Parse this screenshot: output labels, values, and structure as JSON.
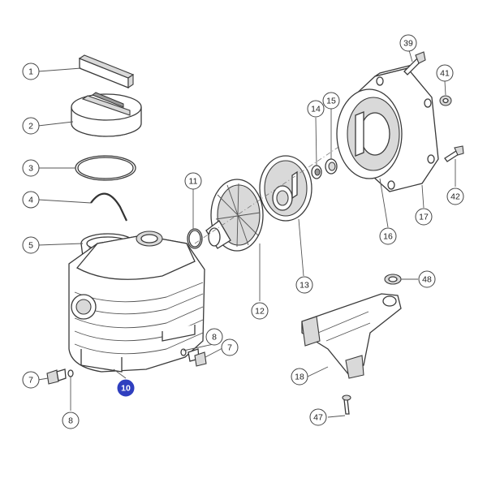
{
  "diagram": {
    "callouts": [
      {
        "id": "1",
        "label": "1"
      },
      {
        "id": "2",
        "label": "2"
      },
      {
        "id": "3",
        "label": "3"
      },
      {
        "id": "4",
        "label": "4"
      },
      {
        "id": "5",
        "label": "5"
      },
      {
        "id": "7a",
        "label": "7"
      },
      {
        "id": "8a",
        "label": "8"
      },
      {
        "id": "10",
        "label": "10",
        "highlight": true
      },
      {
        "id": "8b",
        "label": "8"
      },
      {
        "id": "7b",
        "label": "7"
      },
      {
        "id": "11",
        "label": "11"
      },
      {
        "id": "12",
        "label": "12"
      },
      {
        "id": "13",
        "label": "13"
      },
      {
        "id": "14",
        "label": "14"
      },
      {
        "id": "15",
        "label": "15"
      },
      {
        "id": "16",
        "label": "16"
      },
      {
        "id": "17",
        "label": "17"
      },
      {
        "id": "39",
        "label": "39"
      },
      {
        "id": "41",
        "label": "41"
      },
      {
        "id": "42",
        "label": "42"
      },
      {
        "id": "48",
        "label": "48"
      },
      {
        "id": "18",
        "label": "18"
      },
      {
        "id": "47",
        "label": "47"
      }
    ],
    "highlight_color": "#2f3fbf"
  }
}
